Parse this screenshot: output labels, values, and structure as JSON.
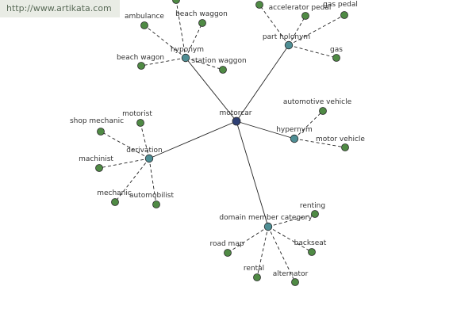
{
  "watermark": {
    "url": "http://www.artikata.com"
  },
  "colors": {
    "center_node": "#2e3f74",
    "relation_node": "#4e8e94",
    "leaf_node": "#4f8a44",
    "node_stroke": "#2a2a2a",
    "edge": "#222222",
    "label": "#333333"
  },
  "graph": {
    "center": {
      "label": "motorcar"
    },
    "relations": [
      {
        "id": "hyponym",
        "label": "hyponym",
        "leaves": [
          "ambulance",
          "beach waggon",
          "beach wagon",
          "station waggon",
          ""
        ]
      },
      {
        "id": "part-holonym",
        "label": "part holonym",
        "leaves": [
          "accelerator pedal",
          "gas pedal",
          "gas",
          ""
        ]
      },
      {
        "id": "hypernym",
        "label": "hypernym",
        "leaves": [
          "automotive vehicle",
          "motor vehicle"
        ]
      },
      {
        "id": "derivation",
        "label": "derivation",
        "leaves": [
          "shop mechanic",
          "motorist",
          "machinist",
          "mechanic",
          "automobilist"
        ]
      },
      {
        "id": "domain-member-category",
        "label": "domain member category",
        "leaves": [
          "renting",
          "road map",
          "backseat",
          "rental",
          "alternator"
        ]
      }
    ]
  }
}
